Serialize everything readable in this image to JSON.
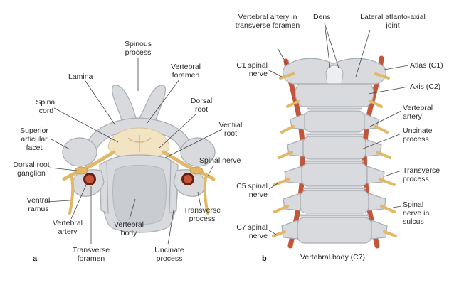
{
  "colors": {
    "bone": "#d8dadd",
    "bone_shadow": "#a9adb3",
    "bone_light": "#eceef0",
    "cord": "#f2e3c2",
    "nerve": "#e2b766",
    "nerve_dark": "#c89540",
    "artery": "#c2553a",
    "artery_dark": "#8f2f1f",
    "leader": "#444444"
  },
  "panel_a": {
    "letter": "a",
    "labels": {
      "spinous_process": "Spinous process",
      "lamina": "Lamina",
      "vertebral_foramen": "Vertebral foramen",
      "spinal_cord": "Spinal cord",
      "dorsal_root": "Dorsal root",
      "superior_articular_facet": "Superior articular facet",
      "ventral_root": "Ventral root",
      "dorsal_root_ganglion": "Dorsal root ganglion",
      "spinal_nerve": "Spinal nerve",
      "ventral_ramus": "Ventral ramus",
      "vertebral_artery": "Vertebral artery",
      "vertebral_body": "Vertebral body",
      "transverse_process": "Transverse process",
      "transverse_foramen": "Transverse foramen",
      "uncinate_process": "Uncinate process"
    }
  },
  "panel_b": {
    "letter": "b",
    "labels": {
      "vertebral_artery_tf": "Vertebral artery in transverse foramen",
      "dens": "Dens",
      "lateral_aa_joint": "Lateral atlanto-axial joint",
      "c1_spinal_nerve": "C1 spinal nerve",
      "atlas": "Atlas (C1)",
      "axis": "Axis (C2)",
      "vertebral_artery": "Vertebral artery",
      "uncinate_process": "Uncinate process",
      "transverse_process": "Transverse process",
      "c5_spinal_nerve": "C5 spinal nerve",
      "spinal_nerve_sulcus": "Spinal nerve in sulcus",
      "c7_spinal_nerve": "C7 spinal nerve",
      "vertebral_body_c7": "Vertebral body (C7)"
    }
  }
}
